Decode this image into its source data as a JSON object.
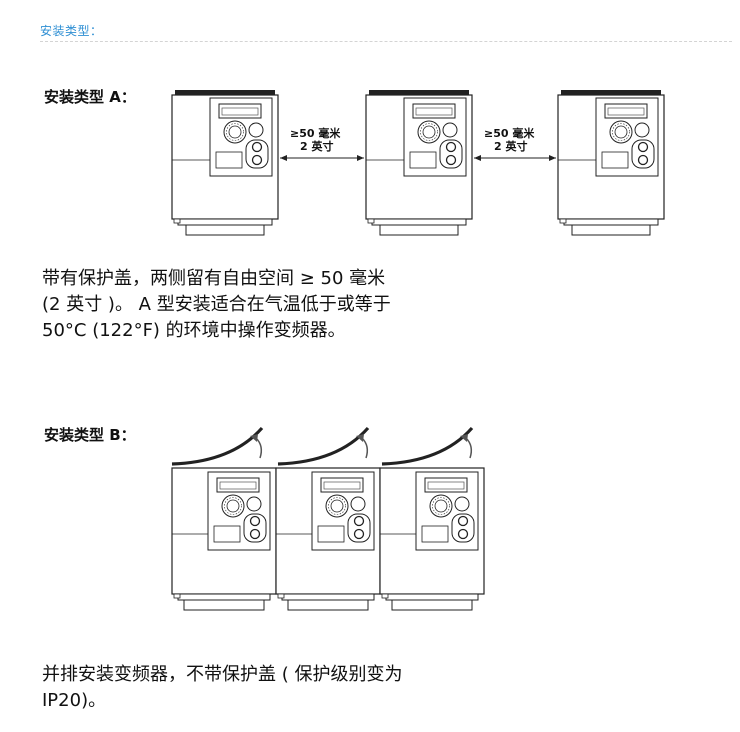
{
  "header": {
    "title": "安装类型："
  },
  "type_a": {
    "label": "安装类型 A：",
    "gap_line1": "≥50 毫米",
    "gap_line2": "2 英寸",
    "description": [
      "带有保护盖，两侧留有自由空间 ≥ 50 毫米",
      "(2 英寸 )。 A 型安装适合在气温低于或等于",
      "50°C (122°F) 的环境中操作变频器。"
    ]
  },
  "type_b": {
    "label": "安装类型 B：",
    "description": [
      "并排安装变频器，不带保护盖 ( 保护级别变为",
      "IP20)。"
    ]
  },
  "colors": {
    "accent": "#2f8fd3",
    "stroke": "#222222",
    "text": "#111111"
  }
}
